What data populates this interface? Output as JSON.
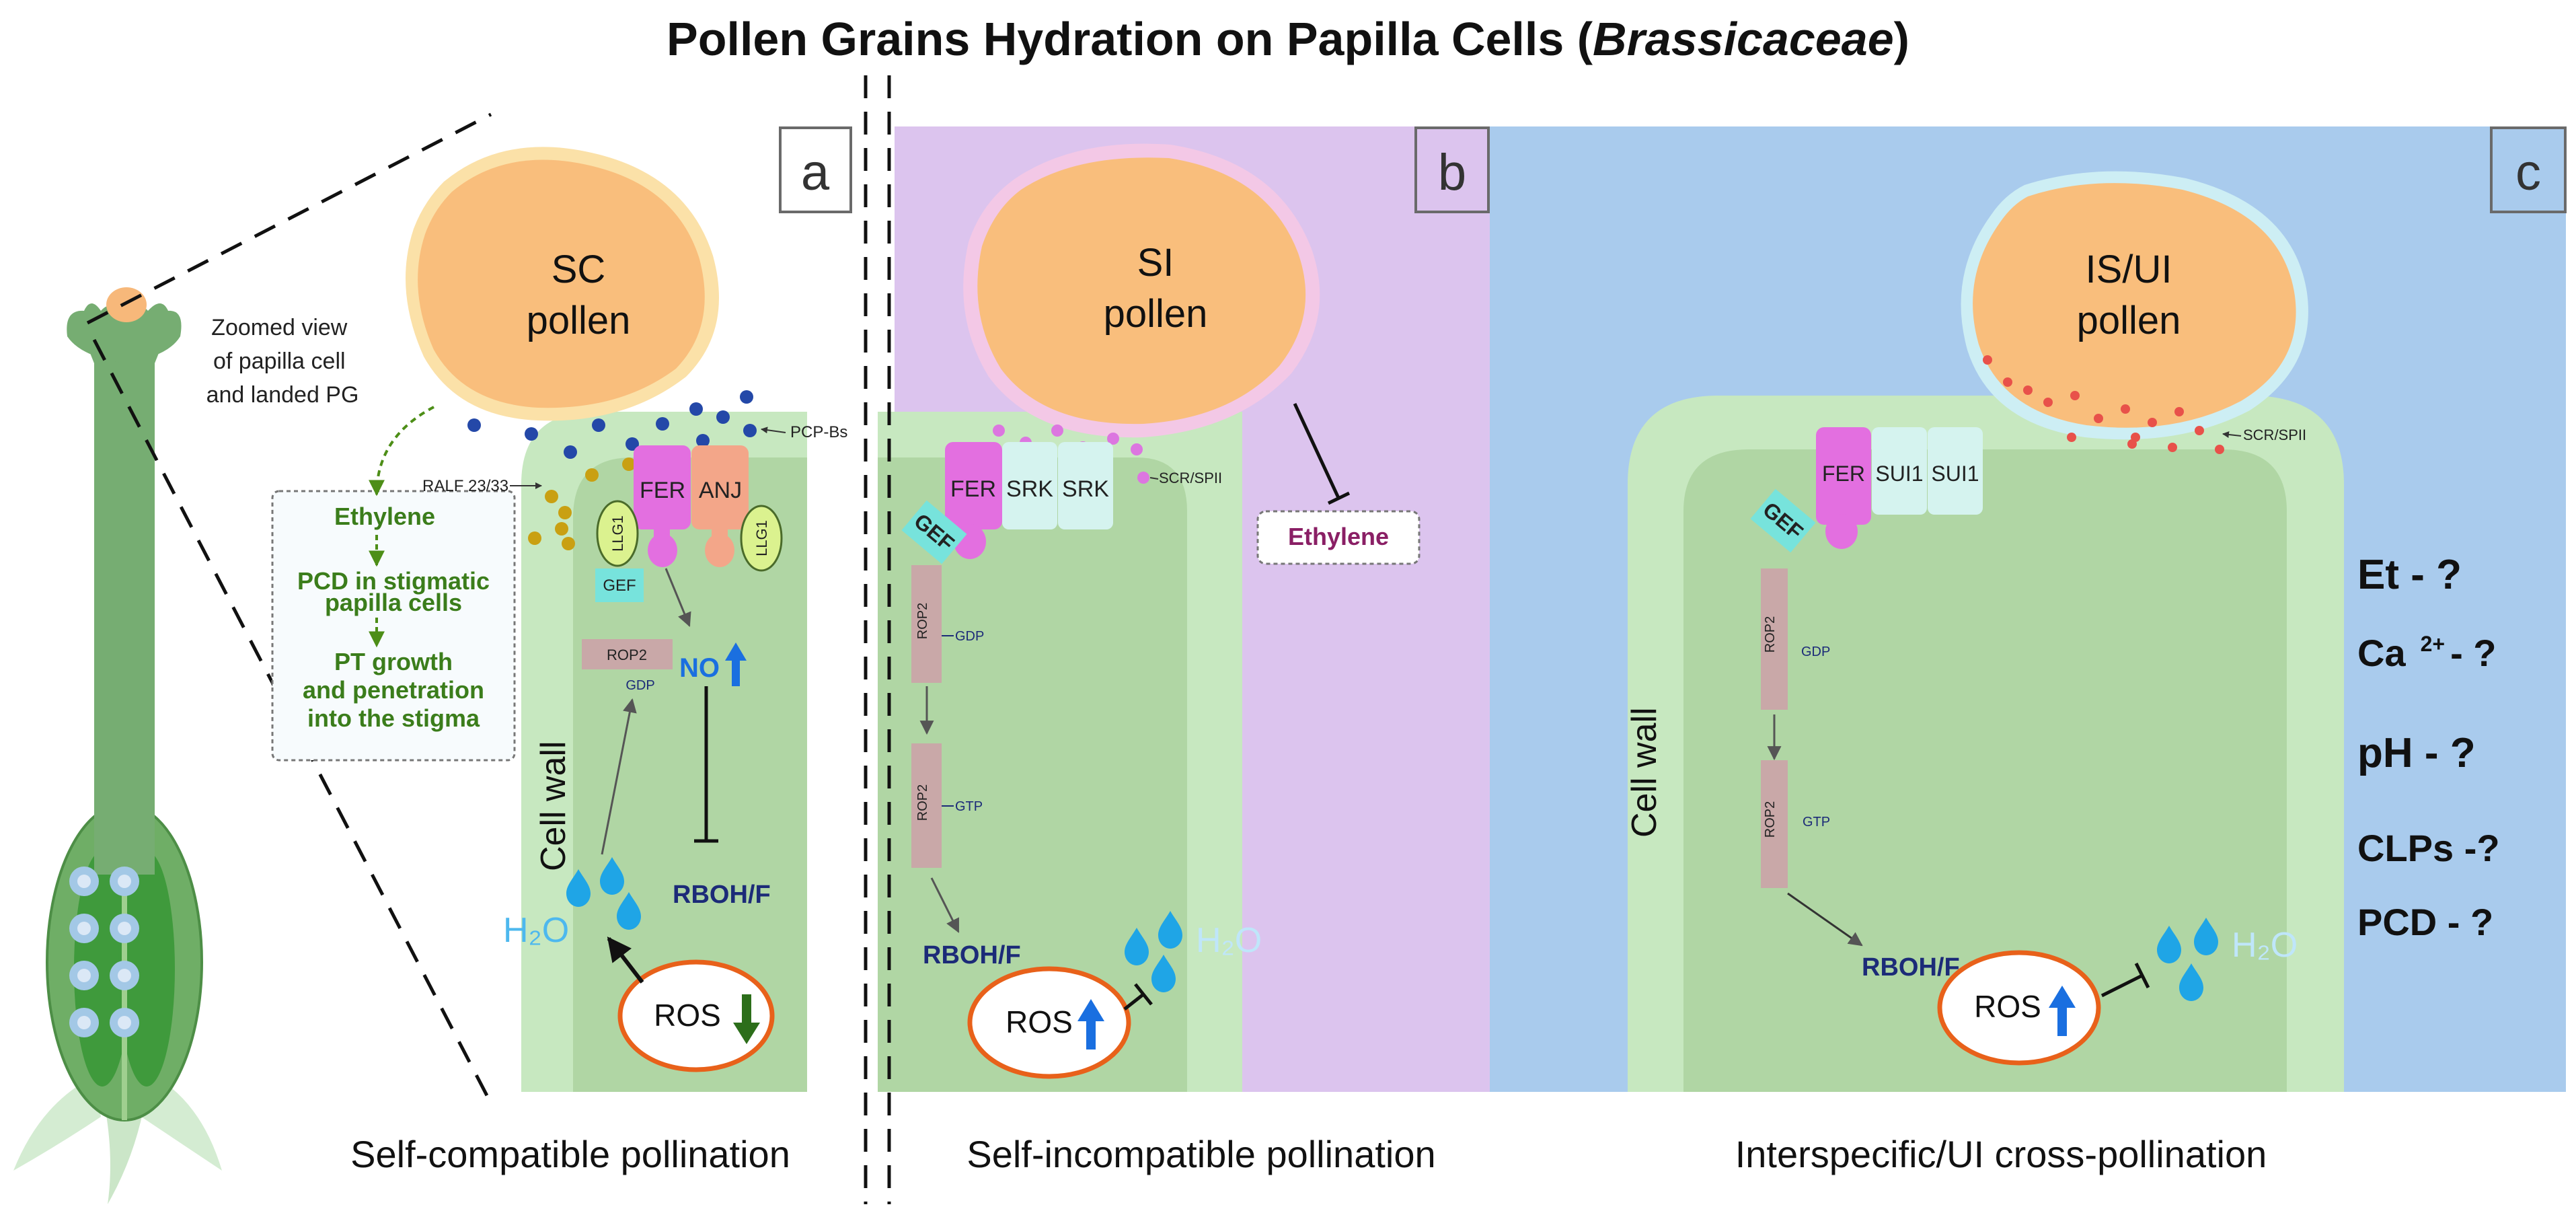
{
  "title": {
    "main": "Pollen Grains Hydration on Papilla Cells (",
    "italic": "Brassicaceae",
    "close": ")"
  },
  "flower": {
    "zoom_text": [
      "Zoomed view",
      "of papilla cell",
      "and landed PG"
    ]
  },
  "ethylene_box": {
    "lines": [
      "Ethylene",
      "PCD in stigmatic",
      "papilla cells",
      "PT growth",
      "and penetration",
      "into the stigma"
    ]
  },
  "panel_a": {
    "letter": "a",
    "pollen": [
      "SC",
      "pollen"
    ],
    "receptors": {
      "fer": "FER",
      "anj": "ANJ",
      "llg1": "LLG1",
      "gef": "GEF",
      "rop2": "ROP2",
      "gdp": "GDP"
    },
    "labels": {
      "ralf": "RALF 23/33",
      "pcp": "PCP-Bs",
      "no": "NO",
      "rboh": "RBOH/F",
      "h2o": "H₂O",
      "ros": "ROS",
      "cell_wall": "Cell wall"
    },
    "caption": "Self-compatible pollination"
  },
  "panel_b": {
    "letter": "b",
    "pollen": [
      "SI",
      "pollen"
    ],
    "receptors": {
      "fer": "FER",
      "srk1": "SRK",
      "srk2": "SRK",
      "gef": "GEF",
      "rop2_top": "ROP2",
      "gdp": "GDP",
      "rop2_bottom": "ROP2",
      "gtp": "GTP"
    },
    "labels": {
      "scr": "SCR/SPII",
      "ethylene": "Ethylene",
      "rboh": "RBOH/F",
      "ros": "ROS",
      "h2o": "H₂O"
    },
    "caption": "Self-incompatible pollination"
  },
  "panel_c": {
    "letter": "c",
    "pollen": [
      "IS/UI",
      "pollen"
    ],
    "receptors": {
      "fer": "FER",
      "sui1_1": "SUI1",
      "sui1_2": "SUI1",
      "gef": "GEF",
      "rop2_top": "ROP2",
      "gdp": "GDP",
      "rop2_bottom": "ROP2",
      "gtp": "GTP"
    },
    "labels": {
      "scr": "SCR/SPII",
      "rboh": "RBOH/F",
      "ros": "ROS",
      "h2o": "H₂O",
      "cell_wall": "Cell wall"
    },
    "questions": {
      "et": "Et - ?",
      "ca": "Ca",
      "ca_sup": "2+",
      "ca_q": "- ?",
      "ph": "pH - ?",
      "clps": "CLPs -?",
      "pcd": "PCD - ?"
    },
    "caption": "Interspecific/UI cross-pollination"
  },
  "colors": {
    "pollen": "#f9be7c",
    "papilla_wall": "#c7e8c0",
    "papilla_inner": "#b0d6a4",
    "panel_b_bg": "#dcc4ee",
    "panel_c_bg": "#a9cbed",
    "fer": "#e36fe0",
    "anj": "#f3a689",
    "srk": "#d5f3ef",
    "gef": "#77e3dc",
    "rop2": "#c9a8a8",
    "ros_ring": "#e8611a",
    "water": "#1fa5e6",
    "green_text": "#3b7d1b",
    "navy": "#1c2b78"
  }
}
